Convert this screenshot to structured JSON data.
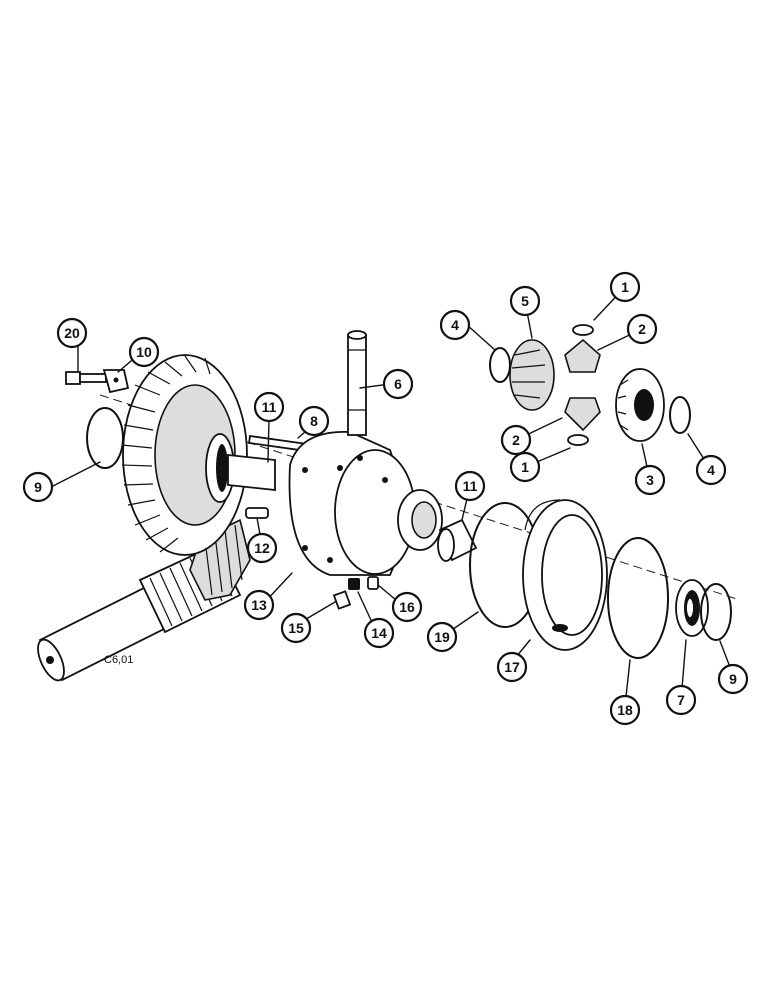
{
  "figure_ref": "C6,01",
  "callouts": [
    {
      "id": "c1a",
      "label": "1"
    },
    {
      "id": "c1b",
      "label": "1"
    },
    {
      "id": "c2a",
      "label": "2"
    },
    {
      "id": "c2b",
      "label": "2"
    },
    {
      "id": "c3",
      "label": "3"
    },
    {
      "id": "c4a",
      "label": "4"
    },
    {
      "id": "c4b",
      "label": "4"
    },
    {
      "id": "c5",
      "label": "5"
    },
    {
      "id": "c6",
      "label": "6"
    },
    {
      "id": "c7",
      "label": "7"
    },
    {
      "id": "c8",
      "label": "8"
    },
    {
      "id": "c9a",
      "label": "9"
    },
    {
      "id": "c9b",
      "label": "9"
    },
    {
      "id": "c10",
      "label": "10"
    },
    {
      "id": "c11a",
      "label": "11"
    },
    {
      "id": "c11b",
      "label": "11"
    },
    {
      "id": "c12",
      "label": "12"
    },
    {
      "id": "c13",
      "label": "13"
    },
    {
      "id": "c14",
      "label": "14"
    },
    {
      "id": "c15",
      "label": "15"
    },
    {
      "id": "c16",
      "label": "16"
    },
    {
      "id": "c17",
      "label": "17"
    },
    {
      "id": "c18",
      "label": "18"
    },
    {
      "id": "c19",
      "label": "19"
    },
    {
      "id": "c20",
      "label": "20"
    }
  ]
}
